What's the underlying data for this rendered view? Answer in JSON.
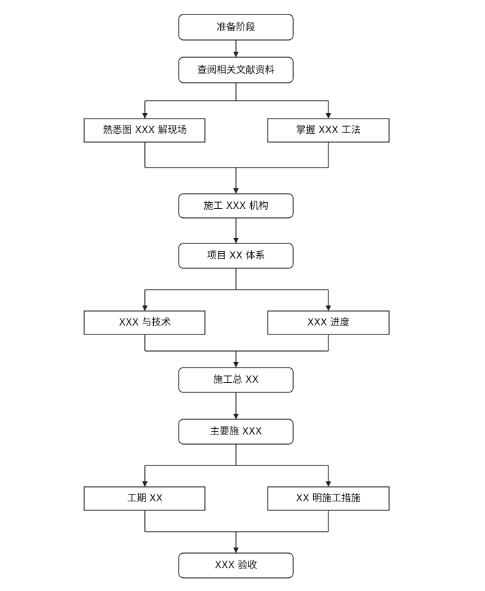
{
  "nodes": {
    "n1": "准备阶段",
    "n2": "查阅相关文献资料",
    "n3a": "熟悉图 XXX 解现场",
    "n3b": "掌握 XXX 工法",
    "n4": "施工 XXX 机构",
    "n5": "项目 XX 体系",
    "n6a": "XXX 与技术",
    "n6b": "XXX 进度",
    "n7": "施工总 XX",
    "n8": "主要施 XXX",
    "n9a": "工期 XX",
    "n9b": "XX 明施工措施",
    "n10": "XXX 验收"
  },
  "colors": {
    "stroke": "#222222",
    "text": "#111111",
    "background": "#ffffff"
  }
}
